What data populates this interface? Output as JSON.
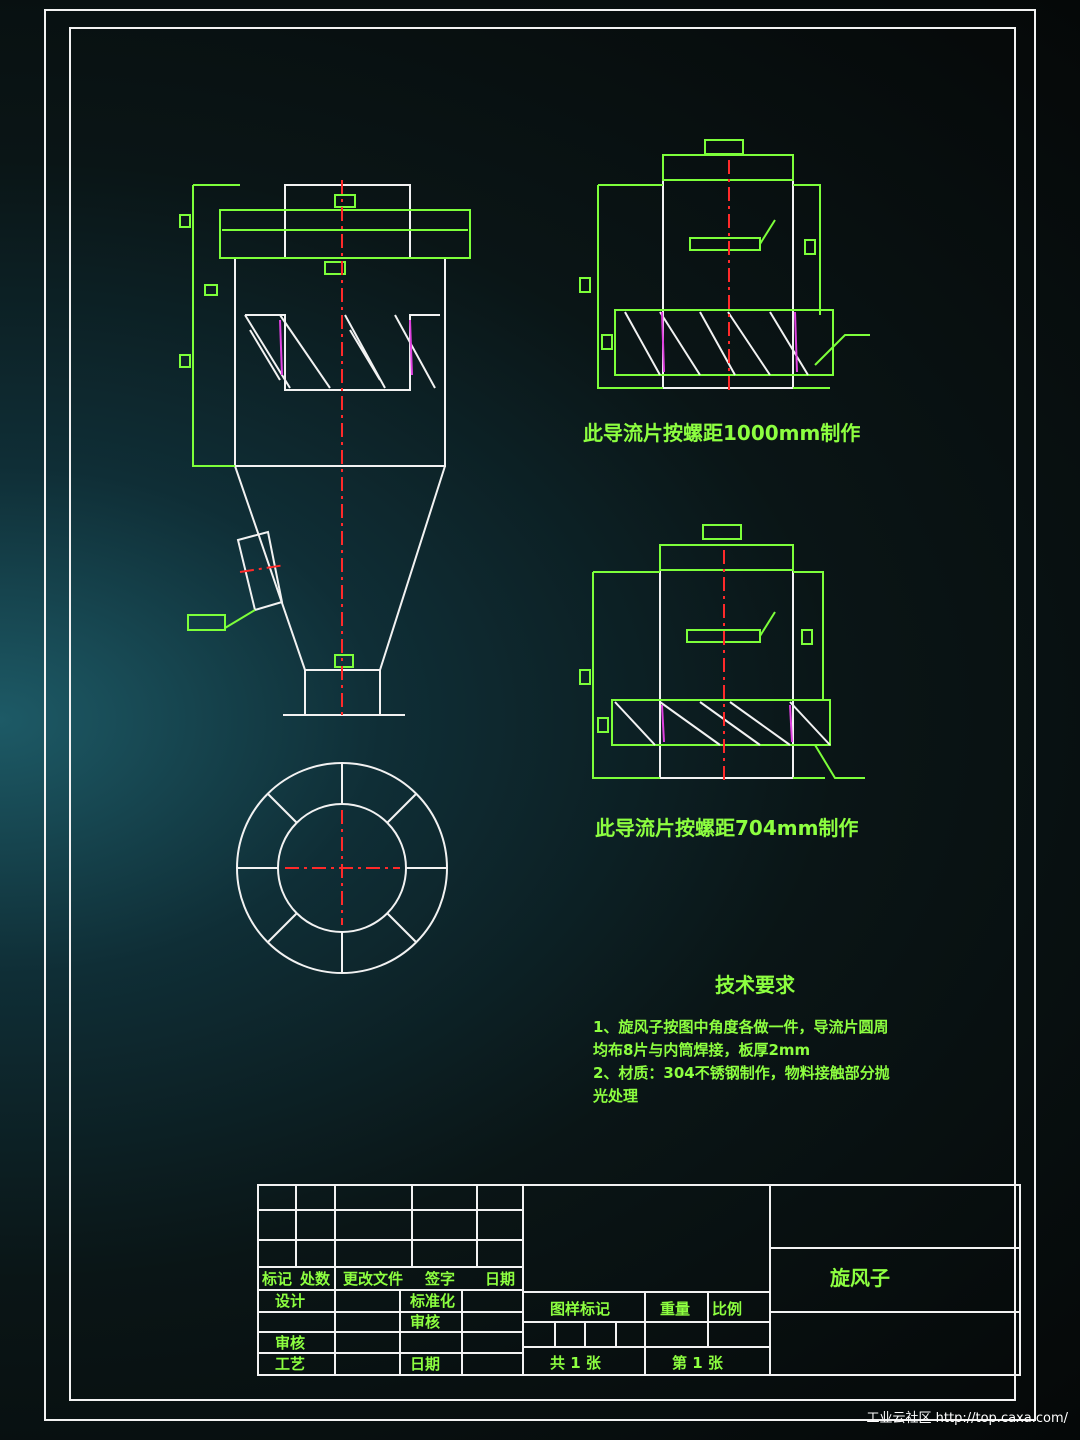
{
  "captions": {
    "view_top_right": "此导流片按螺距1000mm制作",
    "view_bottom_right": "此导流片按螺距704mm制作"
  },
  "tech_requirements": {
    "heading": "技术要求",
    "lines": [
      "1、旋风子按图中角度各做一件，导流片圆周",
      "均布8片与内筒焊接，板厚2mm",
      "2、材质：304不锈钢制作，物料接触部分抛",
      "光处理"
    ]
  },
  "title_block": {
    "part_name": "旋风子",
    "revision_headers": [
      "标记",
      "处数",
      "更改文件",
      "签字",
      "日期"
    ],
    "roles": [
      "设计",
      "标准化",
      "审核",
      "审核",
      "工艺",
      "日期"
    ],
    "right_headers": [
      "图样标记",
      "重量",
      "比例"
    ],
    "sheet_total": "共 1 张",
    "sheet_number": "第 1 张"
  },
  "watermark": "工业云社区 http://top.caxa.com/",
  "colors": {
    "annotation": "#7dff3a",
    "geometry": "#f2f2f2",
    "centerline": "#ff2a2a"
  }
}
